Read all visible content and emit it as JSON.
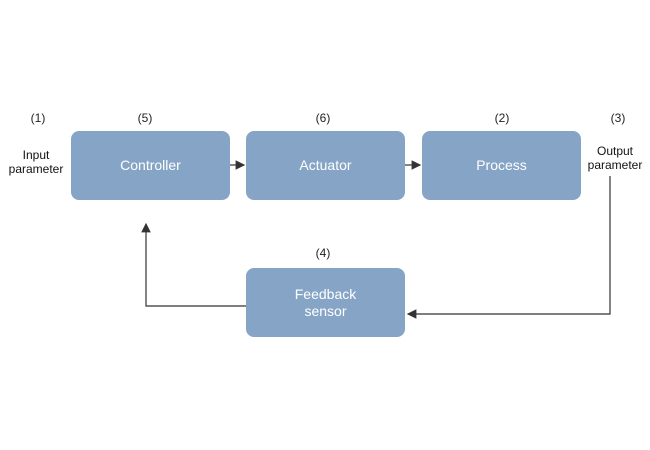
{
  "blocks": {
    "controller": "Controller",
    "actuator": "Actuator",
    "process": "Process",
    "feedback_line1": "Feedback",
    "feedback_line2": "sensor"
  },
  "numbers": {
    "input": "(1)",
    "process": "(2)",
    "output": "(3)",
    "feedback": "(4)",
    "controller": "(5)",
    "actuator": "(6)"
  },
  "labels": {
    "input_line1": "Input",
    "input_line2": "parameter",
    "output_line1": "Output",
    "output_line2": "parameter"
  },
  "colors": {
    "block_fill": "#86a5c6",
    "wire": "#333333"
  }
}
